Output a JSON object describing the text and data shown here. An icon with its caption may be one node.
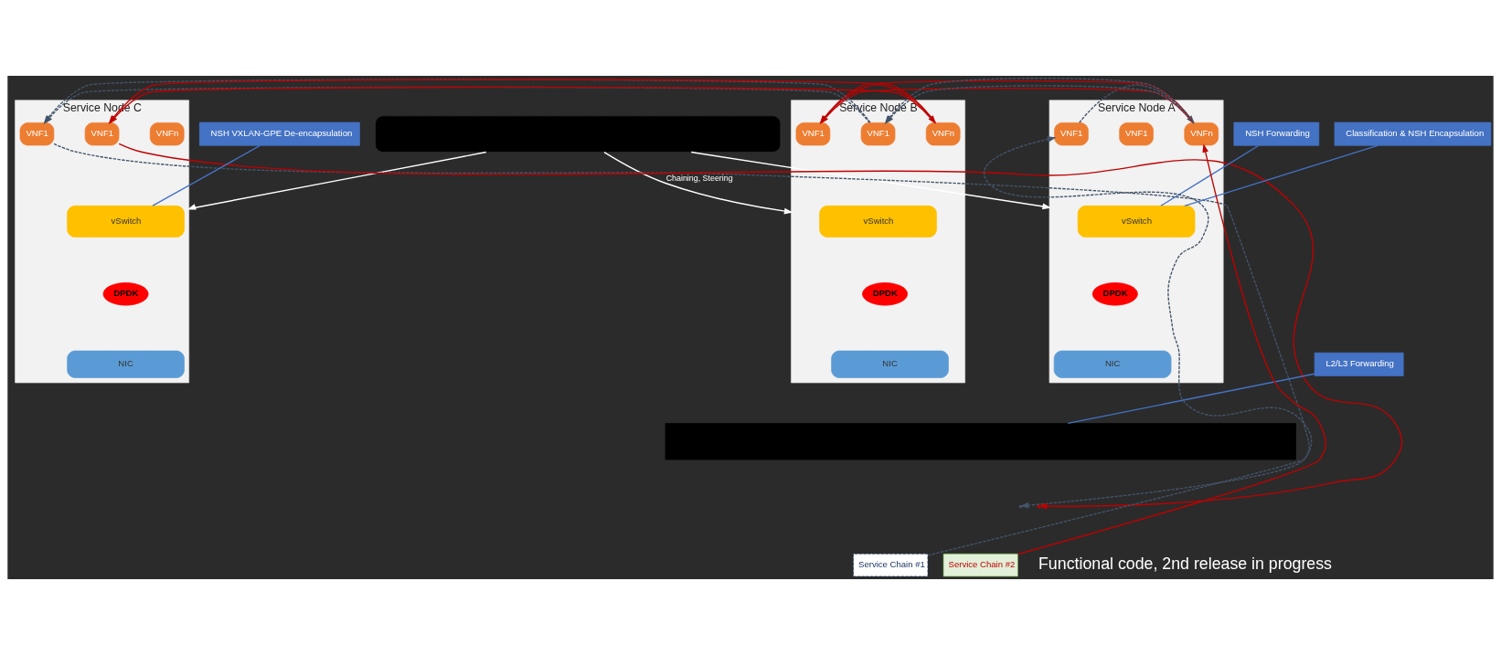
{
  "diagram": {
    "nodes": [
      {
        "text": [],
        "shape": "box"
      },
      {
        "text": [
          "Service Node A"
        ]
      },
      {
        "text": [
          "VNF1"
        ],
        "in": 1
      },
      {
        "text": [
          "VNF1"
        ],
        "in": 1
      },
      {
        "text": [
          "VNFn"
        ],
        "in": 1
      },
      {
        "text": [
          "vSwitch"
        ],
        "in": 1
      },
      {
        "text": [
          "DPDK"
        ],
        "in": 1
      },
      {
        "text": [
          "NIC"
        ],
        "in": 1
      },
      {
        "text": [
          "Service Node B"
        ]
      },
      {
        "text": [
          "VNF1"
        ],
        "in": 8
      },
      {
        "text": [
          "VNF1"
        ],
        "in": 8
      },
      {
        "text": [
          "VNFn"
        ],
        "in": 8
      },
      {
        "text": [
          "vSwitch"
        ],
        "in": 8
      },
      {
        "text": [
          "DPDK"
        ],
        "in": 8
      },
      {
        "text": [
          "NIC"
        ],
        "in": 8
      },
      {
        "text": [
          "Service Node C"
        ]
      },
      {
        "text": [
          "VNF1"
        ],
        "in": 15
      },
      {
        "text": [
          "VNF1"
        ],
        "in": 15
      },
      {
        "text": [
          "VNFn"
        ],
        "in": 15
      },
      {
        "text": [
          "vSwitch"
        ],
        "in": 15
      },
      {
        "text": [
          "DPDK"
        ],
        "in": 15
      },
      {
        "text": [
          "NIC"
        ],
        "in": 15
      },
      {
        "text": [
          "NSH Forwarding"
        ]
      },
      {
        "text": [
          "Classification & NSH Encapsulation"
        ]
      },
      {
        "text": [
          "L2/L3 Forwarding"
        ]
      },
      {
        "text": [
          "NSH VXLAN-GPE De-encapsulation"
        ]
      },
      {
        "text": [],
        "shape": "bar"
      },
      {
        "text": [
          "Service Chain #1"
        ]
      },
      {
        "text": [
          "Service Chain #2"
        ]
      }
    ],
    "edges": [
      {
        "from": 0,
        "to": 1,
        "arrow": "to",
        "color": "#ffffff"
      },
      {
        "from": 0,
        "to": 8,
        "arrow": "to",
        "label": "Chaining, Steering",
        "color": "#ffffff"
      },
      {
        "from": 0,
        "to": 15,
        "arrow": "to",
        "color": "#ffffff"
      },
      {
        "from": 22,
        "to": 5,
        "arrow": "none",
        "color": "#4472c4"
      },
      {
        "from": 23,
        "to": 5,
        "arrow": "none",
        "color": "#4472c4"
      },
      {
        "from": 24,
        "to": 26,
        "arrow": "none",
        "color": "#4472c4"
      },
      {
        "from": 25,
        "to": 19,
        "arrow": "none",
        "color": "#4472c4"
      },
      {
        "from": 27,
        "to": 2,
        "arrow": "to",
        "style": "dashed",
        "color": "#44546a"
      },
      {
        "from": 2,
        "to": 4,
        "arrow": "to",
        "style": "dashed",
        "color": "#44546a"
      },
      {
        "from": 4,
        "to": 10,
        "arrow": "to",
        "style": "dashed",
        "color": "#44546a"
      },
      {
        "from": 10,
        "to": 16,
        "arrow": "to",
        "style": "dashed",
        "color": "#44546a"
      },
      {
        "from": 16,
        "to": null,
        "arrow": "to",
        "style": "dashed",
        "color": "#44546a"
      },
      {
        "from": 28,
        "to": 4,
        "arrow": "to",
        "color": "#c00000"
      },
      {
        "from": 4,
        "to": 9,
        "arrow": "to",
        "color": "#c00000"
      },
      {
        "from": 9,
        "to": 11,
        "arrow": "to",
        "color": "#c00000"
      },
      {
        "from": 11,
        "to": 17,
        "arrow": "to",
        "color": "#c00000"
      },
      {
        "from": 17,
        "to": null,
        "arrow": "to",
        "color": "#c00000"
      }
    ],
    "labels": [
      "Functional code, 2nd release in progress"
    ]
  }
}
